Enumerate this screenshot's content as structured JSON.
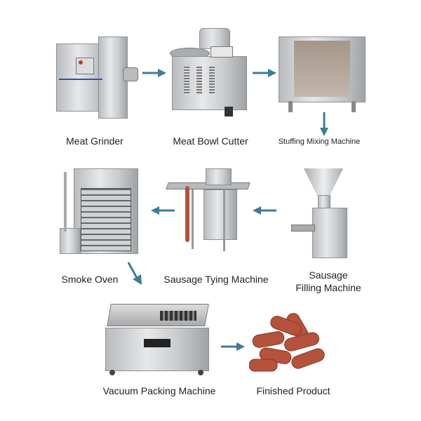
{
  "colors": {
    "arrow": "#3e7c96",
    "steel": "#c9ccce",
    "sausage": "#b5523c"
  },
  "steps": [
    {
      "label": "Meat Grinder"
    },
    {
      "label": "Meat Bowl Cutter"
    },
    {
      "label": "Stuffing Mixing Machine"
    },
    {
      "label": "Sausage Filling Machine",
      "lines": [
        "Sausage",
        "Filling Machine"
      ]
    },
    {
      "label": "Sausage Tying Machine"
    },
    {
      "label": "Smoke Oven"
    },
    {
      "label": "Vacuum Packing Machine"
    },
    {
      "label": "Finished Product"
    }
  ]
}
